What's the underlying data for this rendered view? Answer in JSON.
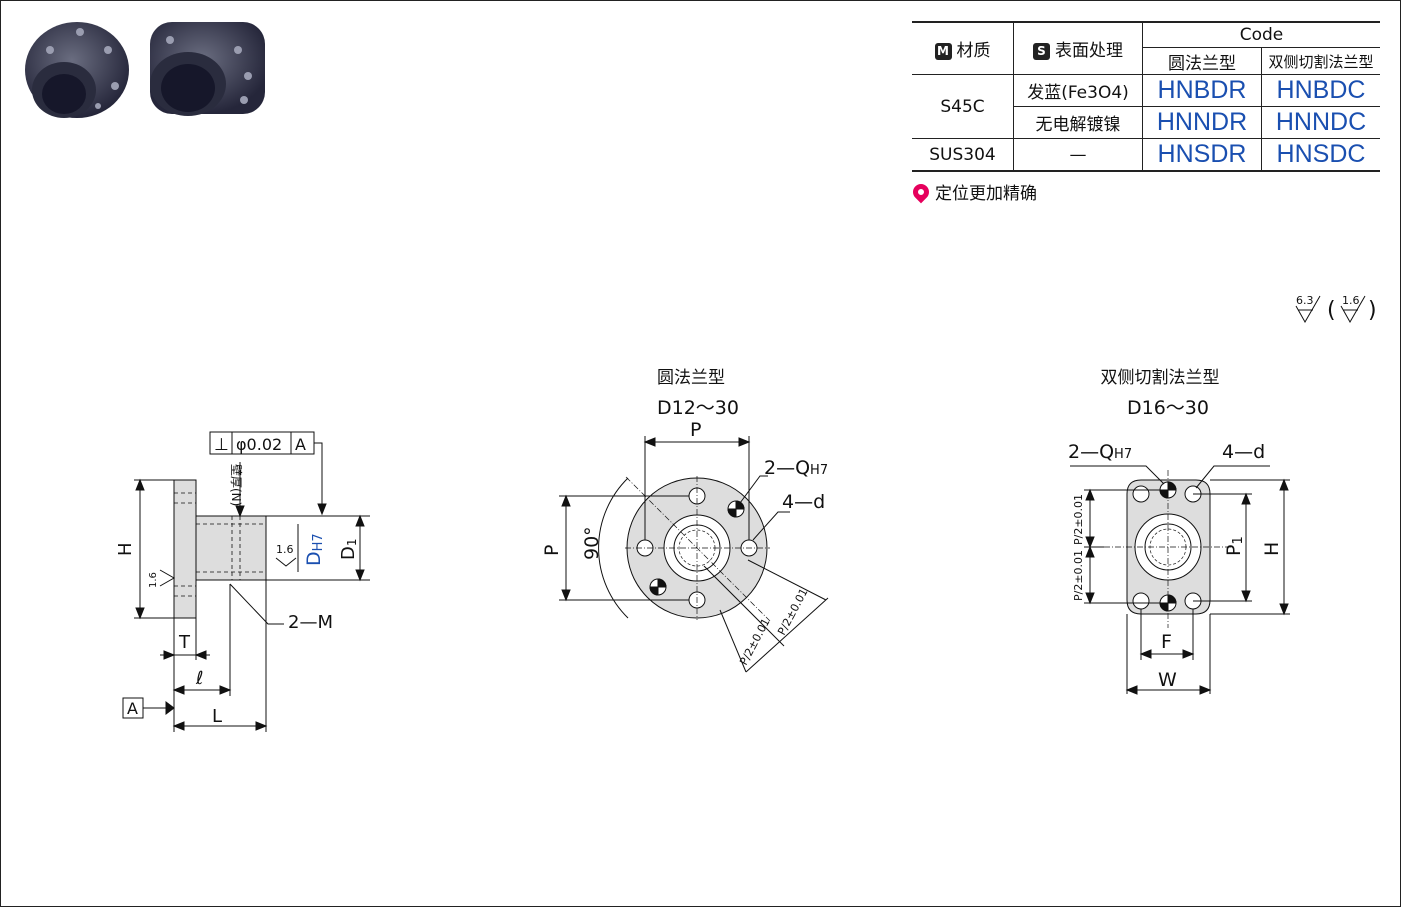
{
  "table": {
    "material_header": "材质",
    "material_badge": "M",
    "surface_header": "表面处理",
    "surface_badge": "S",
    "code_header": "Code",
    "col_round": "圆法兰型",
    "col_cut": "双侧切割法兰型",
    "rows": [
      {
        "material": "S45C",
        "surface": "发蓝(Fe3O4)",
        "round": "HNBDR",
        "cut": "HNBDC"
      },
      {
        "material": "",
        "surface": "无电解镀镍",
        "round": "HNNDR",
        "cut": "HNNDC"
      },
      {
        "material": "SUS304",
        "surface": "—",
        "round": "HNSDR",
        "cut": "HNSDC"
      }
    ]
  },
  "note": "定位更加精确",
  "roughness": {
    "main": "6.3",
    "paren": "1.6"
  },
  "side_view": {
    "tolerance_symbol": "⊥",
    "tolerance_value": "φ0.02",
    "datum": "A",
    "gauge_note": "壁厚(N)",
    "label_H": "H",
    "label_T": "T",
    "label_l": "ℓ",
    "label_L": "L",
    "label_D": "D",
    "label_D_sub": "H7",
    "label_D1": "D",
    "label_D1_sub": "1",
    "label_M": "2—M",
    "roughness_small": "1.6",
    "datum_box": "A"
  },
  "round_view": {
    "title": "圆法兰型",
    "range": "D12～30",
    "label_P_top": "P",
    "label_P_left": "P",
    "angle": "90°",
    "label_Q": "2—Q",
    "label_Q_sub": "H7",
    "label_d": "4—d",
    "label_half1": "P/2±0.01",
    "label_half2": "P/2±0.01"
  },
  "cut_view": {
    "title": "双侧切割法兰型",
    "range": "D16～30",
    "label_Q": "2—Q",
    "label_Q_sub": "H7",
    "label_d": "4—d",
    "label_half1": "P/2±0.01",
    "label_half2": "P/2±0.01",
    "label_P1": "P",
    "label_P1_sub": "1",
    "label_H": "H",
    "label_F": "F",
    "label_W": "W"
  }
}
